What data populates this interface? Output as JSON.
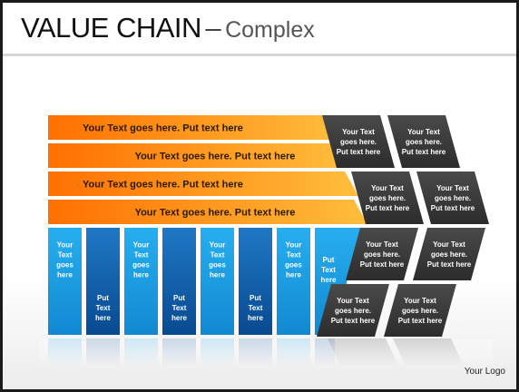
{
  "title": {
    "main": "VALUE CHAIN",
    "separator": "–",
    "sub": "Complex"
  },
  "bars": [
    "Your Text goes here. Put text here",
    "Your Text goes here. Put text here",
    "Your Text goes here. Put text here",
    "Your Text goes here. Put text here"
  ],
  "columns": [
    [
      "Your",
      "Text",
      "goes",
      "here"
    ],
    [
      "Put",
      "Text",
      "here"
    ],
    [
      "Your",
      "Text",
      "goes",
      "here"
    ],
    [
      "Put",
      "Text",
      "here"
    ],
    [
      "Your",
      "Text",
      "goes",
      "here"
    ],
    [
      "Put",
      "Text",
      "here"
    ],
    [
      "Your",
      "Text",
      "goes",
      "here"
    ],
    [
      "Put",
      "Text",
      "here"
    ]
  ],
  "shapes": [
    [
      "Your Text",
      "goes here.",
      "Put text here"
    ],
    [
      "Your Text",
      "goes here.",
      "Put text here"
    ],
    [
      "Your Text",
      "goes here.",
      "Put text here"
    ],
    [
      "Your Text",
      "goes here.",
      "Put text here"
    ],
    [
      "Your Text",
      "goes here.",
      "Put text here"
    ],
    [
      "Your Text",
      "goes here.",
      "Put text here"
    ],
    [
      "Your Text",
      "goes here.",
      "Put text here"
    ],
    [
      "Your Text",
      "goes here.",
      "Put text here"
    ]
  ],
  "logo": "Your Logo",
  "colors": {
    "orange_start": "#ff7a00",
    "orange_end": "#ffc04a",
    "blue_light": "#1aa3e8",
    "blue_dark": "#0a5aa6",
    "dark_shape": "#3a3a3a"
  }
}
